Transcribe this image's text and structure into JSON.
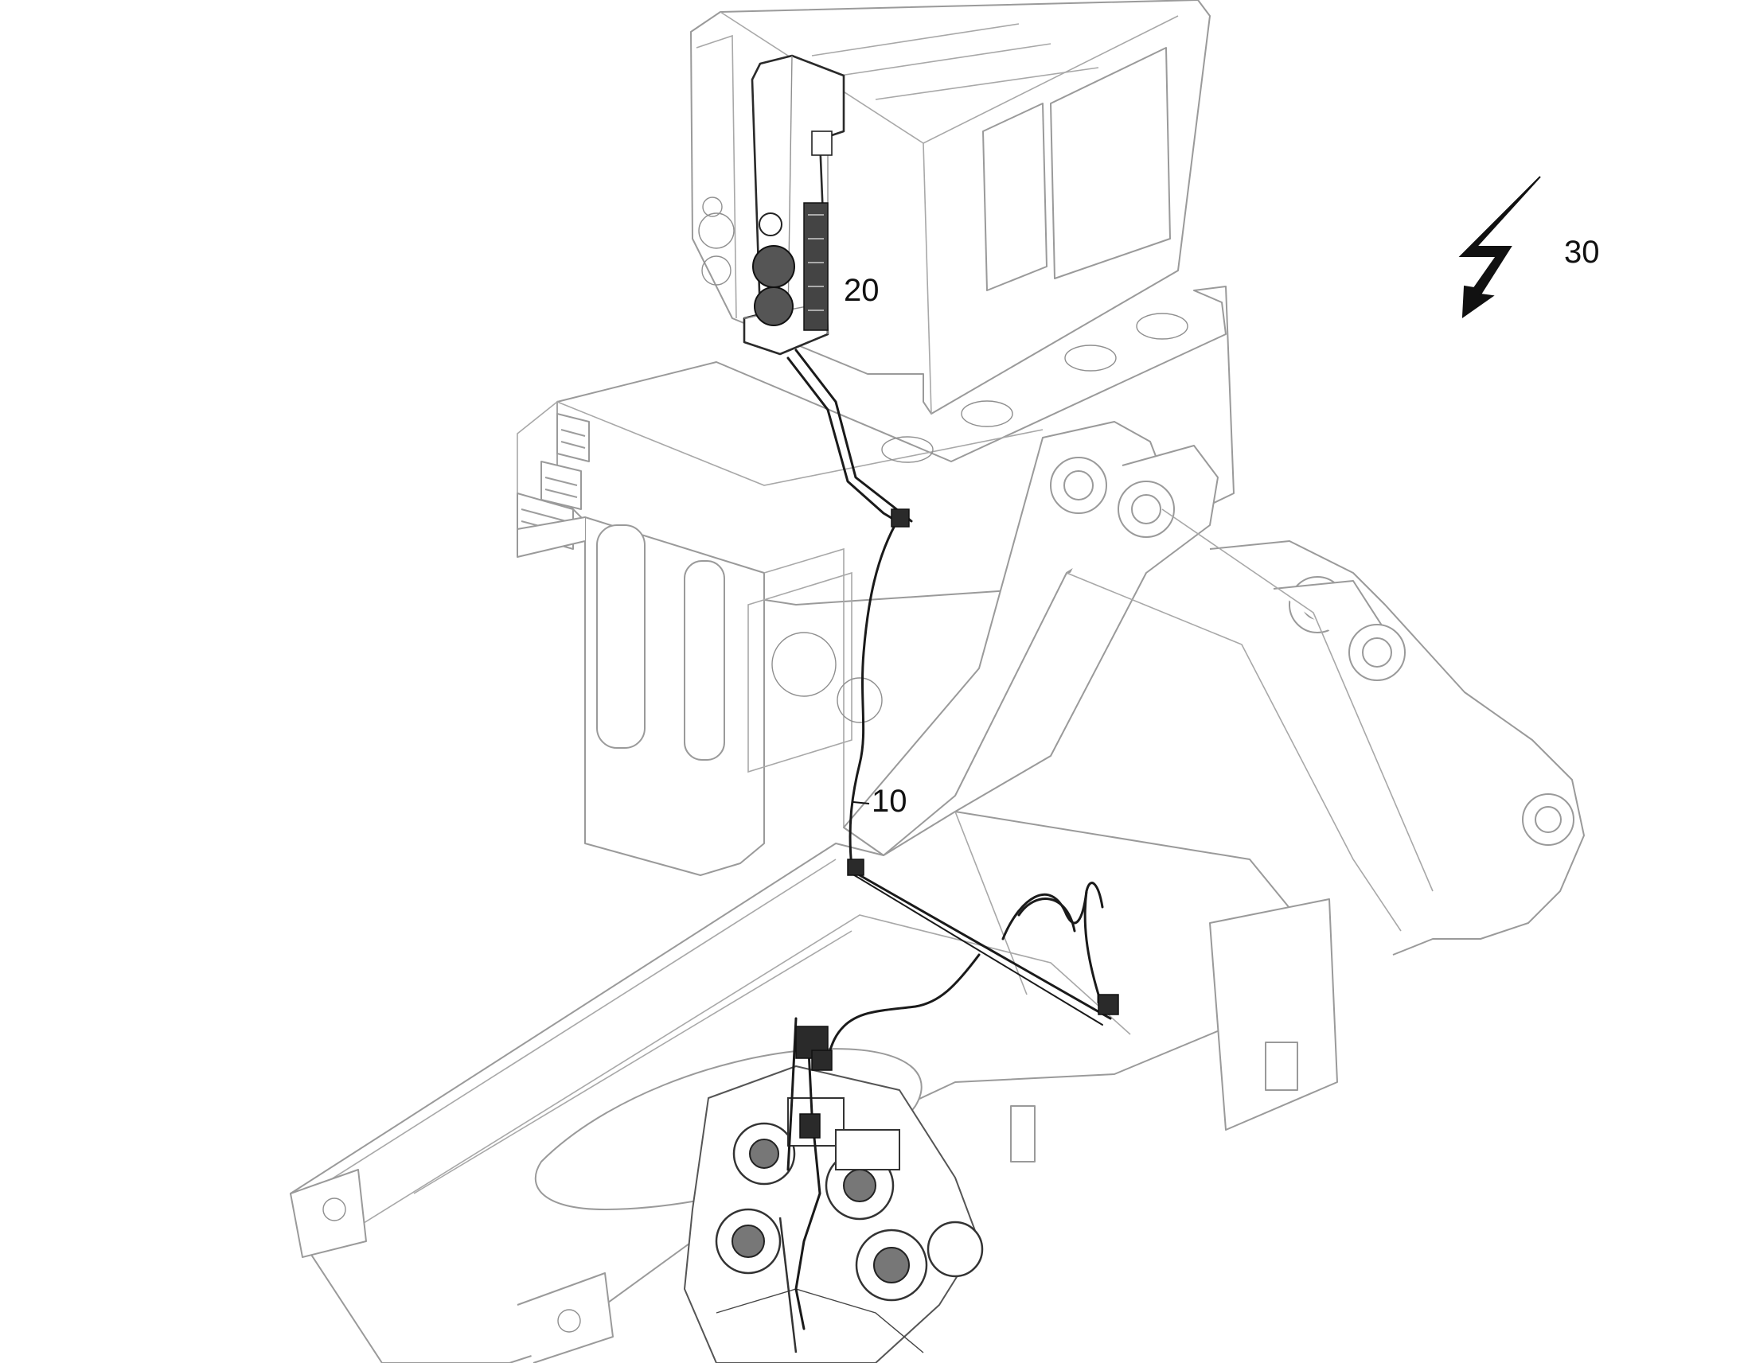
{
  "labels": {
    "wiring_harness": "10",
    "control_cabinet": "20",
    "power_symbol": "30"
  },
  "colors": {
    "line_art": "#9a9a9a",
    "highlight": "#1a1a1a",
    "background": "#ffffff"
  },
  "icons": {
    "power_symbol": "lightning-bolt-icon"
  }
}
